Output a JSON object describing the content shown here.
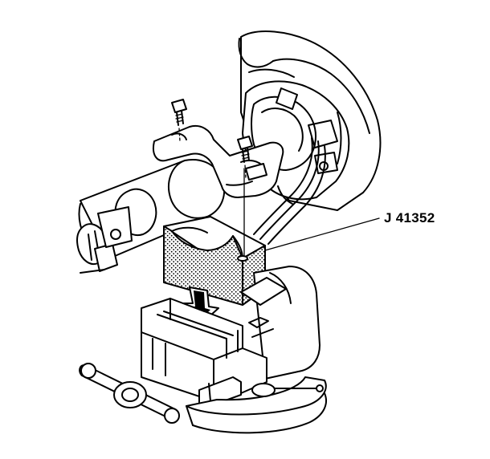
{
  "figure": {
    "callout_label": "J 41352",
    "colors": {
      "ink": "#000000",
      "background": "#ffffff",
      "stipple": "#000000"
    },
    "parts": [
      "steering-column",
      "mounting-bracket",
      "bolts",
      "ignition-switch-housing",
      "wiring-harness",
      "special-tool-block",
      "bench-vise",
      "direction-arrow"
    ]
  }
}
